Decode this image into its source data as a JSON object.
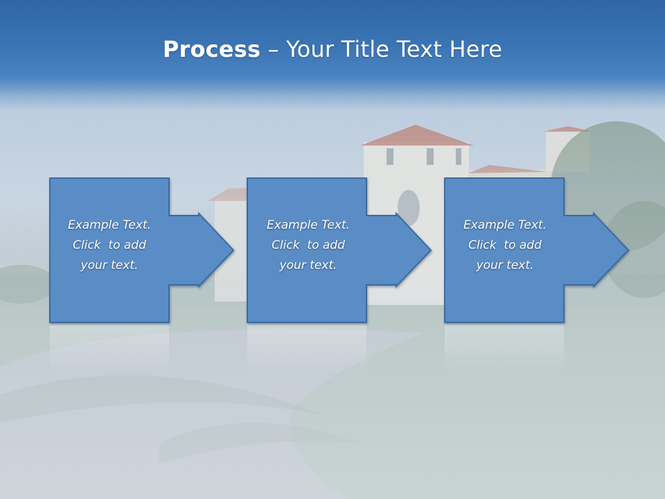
{
  "slide": {
    "title_bold": "Process",
    "title_rest": " – Your Title Text Here",
    "background_icon": "mansion-photo"
  },
  "process": {
    "steps": [
      {
        "line1": "Example Text.",
        "line2": "Click  to add",
        "line3": "your text."
      },
      {
        "line1": "Example Text.",
        "line2": "Click  to add",
        "line3": "your text."
      },
      {
        "line1": "Example Text.",
        "line2": "Click  to add",
        "line3": "your text."
      }
    ]
  },
  "colors": {
    "title_band": "#3a74b4",
    "arrow_fill": "#5a8cc6",
    "arrow_stroke": "#3a6aa3",
    "text": "#ffffff"
  }
}
